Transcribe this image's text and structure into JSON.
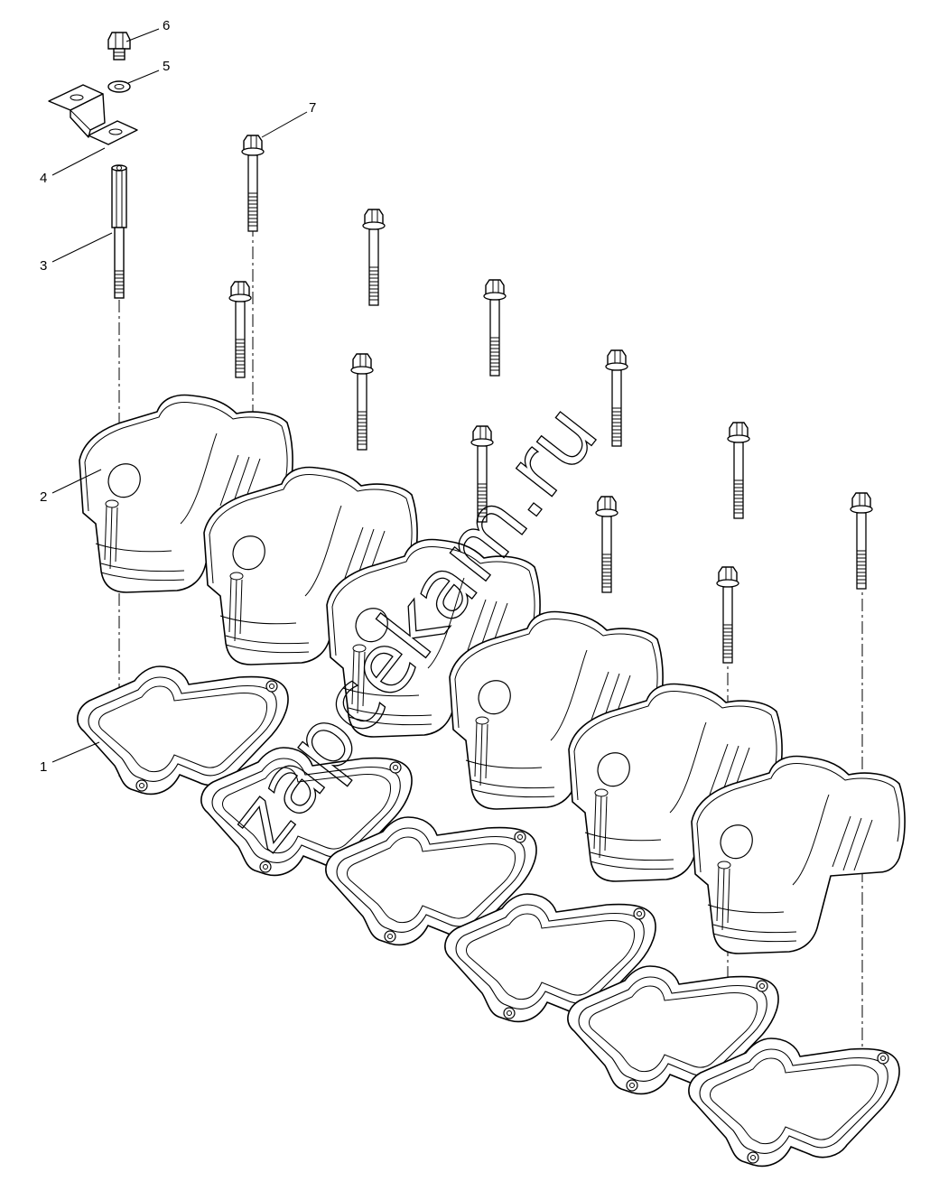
{
  "diagram": {
    "callouts": [
      {
        "id": "1",
        "label": "1"
      },
      {
        "id": "2",
        "label": "2"
      },
      {
        "id": "3",
        "label": "3"
      },
      {
        "id": "4",
        "label": "4"
      },
      {
        "id": "5",
        "label": "5"
      },
      {
        "id": "6",
        "label": "6"
      },
      {
        "id": "7",
        "label": "7"
      }
    ],
    "watermark": "zapcekam.ru",
    "colors": {
      "line": "#000000",
      "background": "#ffffff"
    }
  }
}
